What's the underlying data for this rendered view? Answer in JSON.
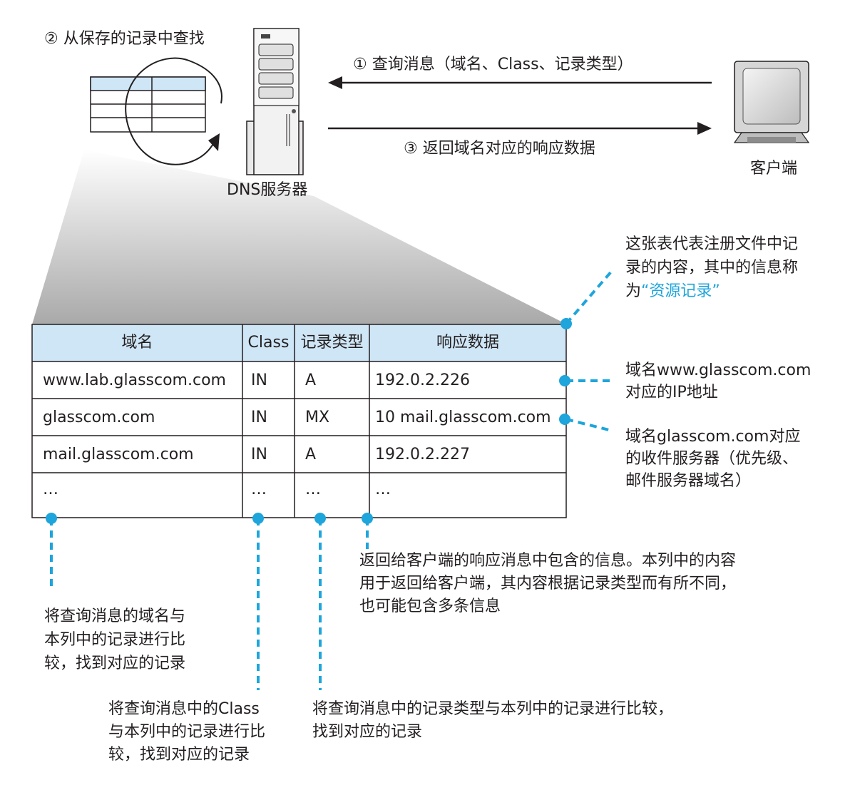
{
  "steps": {
    "step2": "② 从保存的记录中查找",
    "step1": "① 查询消息（域名、Class、记录类型）",
    "step3": "③ 返回域名对应的响应数据"
  },
  "nodes": {
    "server": "DNS服务器",
    "client": "客户端"
  },
  "table": {
    "headers": [
      "域名",
      "Class",
      "记录类型",
      "响应数据"
    ],
    "rows": [
      [
        "www.lab.glasscom.com",
        "IN",
        "A",
        "192.0.2.226"
      ],
      [
        "glasscom.com",
        "IN",
        "MX",
        "10 mail.glasscom.com"
      ],
      [
        "mail.glasscom.com",
        "IN",
        "A",
        "192.0.2.227"
      ],
      [
        "…",
        "…",
        "…",
        "…"
      ]
    ]
  },
  "notes": {
    "table_note_line1": "这张表代表注册文件中记",
    "table_note_line2": "录的内容，其中的信息称",
    "table_note_line3_prefix": "为",
    "table_note_highlight": "“资源记录”",
    "row1_note_line1": "域名www.glasscom.com",
    "row1_note_line2": "对应的IP地址",
    "row2_note_line1": "域名glasscom.com对应",
    "row2_note_line2": "的收件服务器（优先级、",
    "row2_note_line3": "邮件服务器域名）",
    "response_note_line1": "返回给客户端的响应消息中包含的信息。本列中的内容",
    "response_note_line2": "用于返回给客户端，其内容根据记录类型而有所不同，",
    "response_note_line3": "也可能包含多条信息",
    "domain_note_line1": "将查询消息的域名与",
    "domain_note_line2": "本列中的记录进行比",
    "domain_note_line3": "较，找到对应的记录",
    "class_note_line1": "将查询消息中的Class",
    "class_note_line2": "与本列中的记录进行比",
    "class_note_line3": "较，找到对应的记录",
    "type_note_line1": "将查询消息中的记录类型与本列中的记录进行比较，",
    "type_note_line2": "找到对应的记录"
  },
  "colors": {
    "accent": "#1ea5dc",
    "header_fill": "#cfe6f6",
    "table_border": "#231f20"
  }
}
